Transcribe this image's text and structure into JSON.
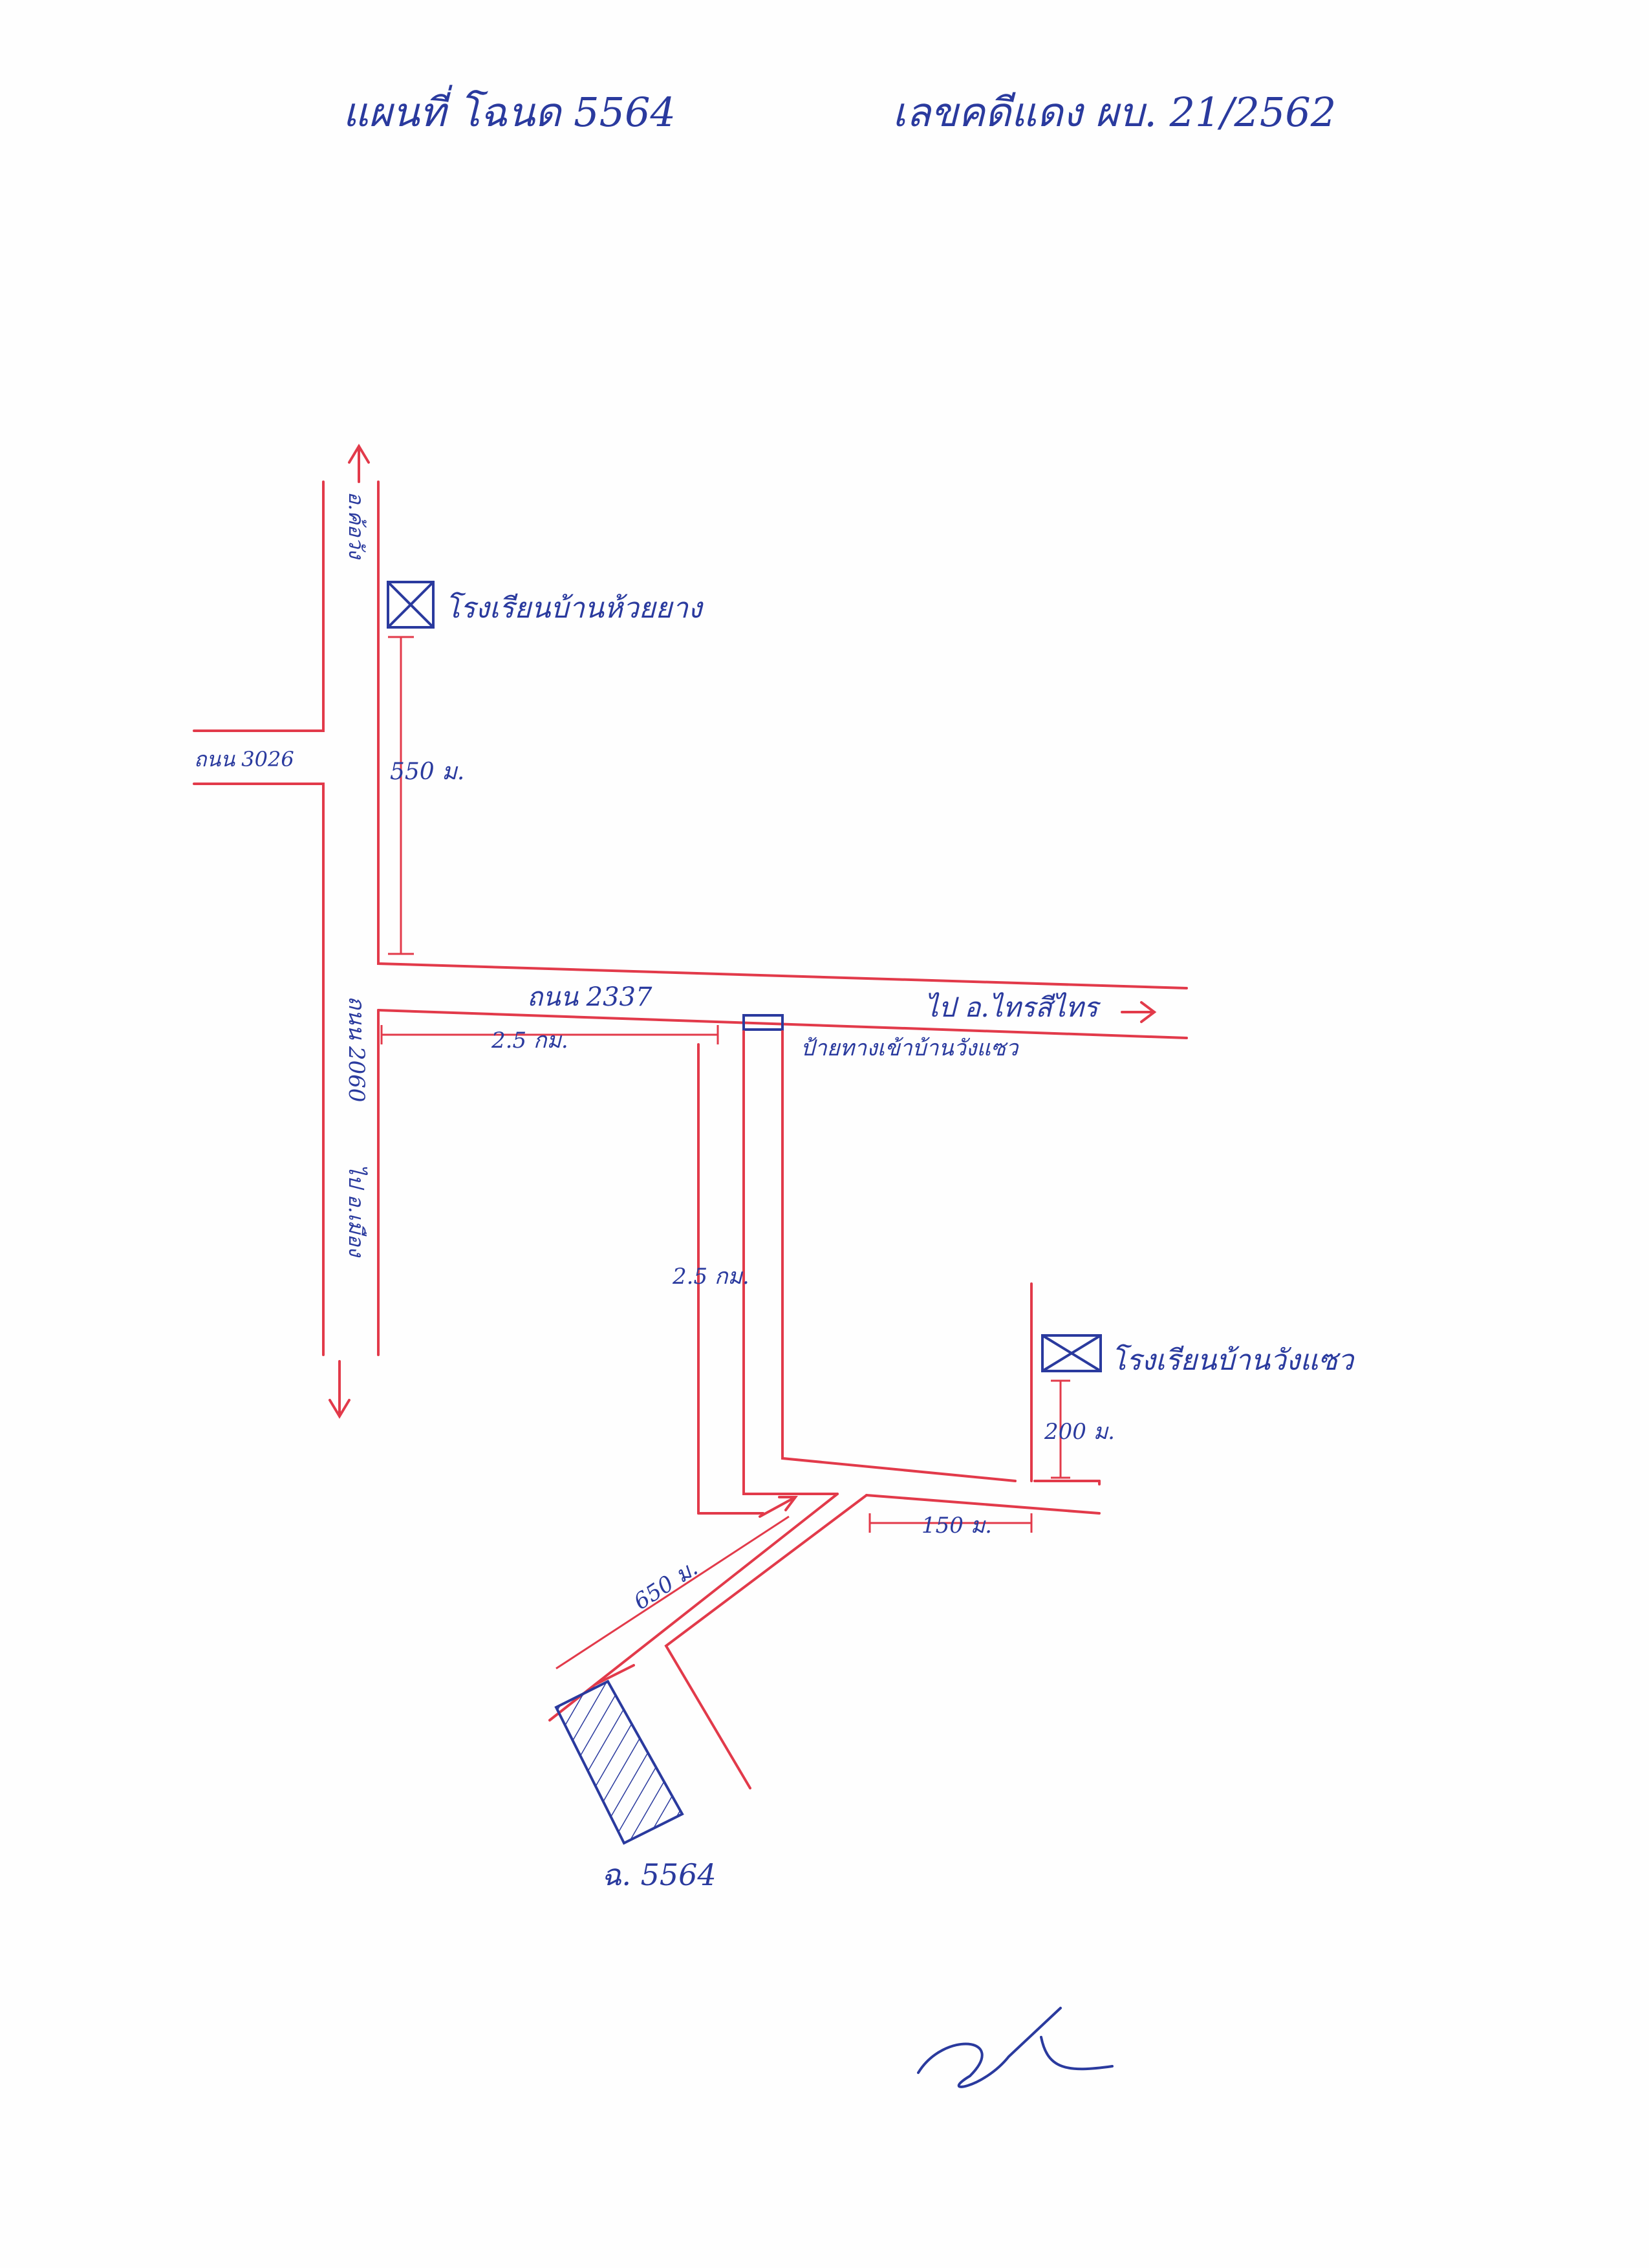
{
  "header": {
    "title": "แผนที่ โฉนด 5564",
    "ref": "เลขคดีแดง ผบ. 21/2562"
  },
  "roads": {
    "road_3026": "ถนน 3026",
    "road_2060": "ถนน 2060",
    "road_2337": "ถนน 2337",
    "to_mueang_yasothon": "ไป อ.เมือง",
    "to_kho_wang": "อ.ค้อวัง",
    "to_trakan": "ไป อ.ไทรสีไทร"
  },
  "places": {
    "school_huai_yang": "โรงเรียนบ้านห้วยยาง",
    "school_wang_saeo": "โรงเรียนบ้านวังแซว",
    "sign_wang_saeo": "ป้ายทางเข้าบ้านวังแซว",
    "parcel": "ฉ. 5564"
  },
  "distances": {
    "d_550": "550 ม.",
    "d_2_5_a": "2.5 กม.",
    "d_2_5_b": "2.5 กม.",
    "d_200": "200 ม.",
    "d_150": "150 ม.",
    "d_650": "650 ม."
  },
  "colors": {
    "road": "#e23a4a",
    "ink": "#2a3a9e"
  },
  "icons": {
    "school": "crossed-box-icon",
    "signature": "signature-mark"
  }
}
